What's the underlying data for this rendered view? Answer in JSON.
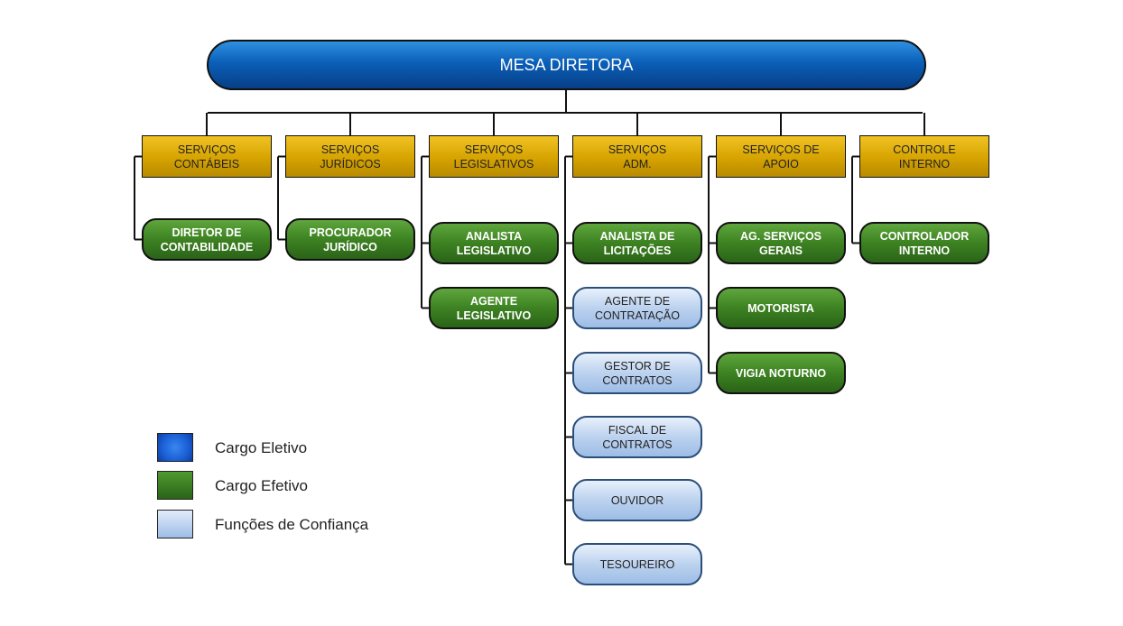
{
  "top": "MESA DIRETORA",
  "departments": [
    {
      "label": "SERVIÇOS\nCONTÁBEIS",
      "children": [
        {
          "label": "DIRETOR DE\nCONTABILIDADE",
          "kind": "efetivo"
        }
      ]
    },
    {
      "label": "SERVIÇOS\nJURÍDICOS",
      "children": [
        {
          "label": "PROCURADOR\nJURÍDICO",
          "kind": "efetivo"
        }
      ]
    },
    {
      "label": "SERVIÇOS\nLEGISLATIVOS",
      "children": [
        {
          "label": "ANALISTA\nLEGISLATIVO",
          "kind": "efetivo"
        },
        {
          "label": "AGENTE\nLEGISLATIVO",
          "kind": "efetivo"
        }
      ]
    },
    {
      "label": "SERVIÇOS\nADM.",
      "children": [
        {
          "label": "ANALISTA DE\nLICITAÇÕES",
          "kind": "efetivo"
        },
        {
          "label": "AGENTE DE\nCONTRATAÇÃO",
          "kind": "confianca"
        },
        {
          "label": "GESTOR DE\nCONTRATOS",
          "kind": "confianca"
        },
        {
          "label": "FISCAL DE\nCONTRATOS",
          "kind": "confianca"
        },
        {
          "label": "OUVIDOR",
          "kind": "confianca"
        },
        {
          "label": "TESOUREIRO",
          "kind": "confianca"
        }
      ]
    },
    {
      "label": "SERVIÇOS DE\nAPOIO",
      "children": [
        {
          "label": "AG. SERVIÇOS\nGERAIS",
          "kind": "efetivo"
        },
        {
          "label": "MOTORISTA",
          "kind": "efetivo"
        },
        {
          "label": "VIGIA NOTURNO",
          "kind": "efetivo"
        }
      ]
    },
    {
      "label": "CONTROLE\nINTERNO",
      "children": [
        {
          "label": "CONTROLADOR\nINTERNO",
          "kind": "efetivo"
        }
      ]
    }
  ],
  "legend": [
    {
      "label": "Cargo Eletivo",
      "color": "#1a5fd6"
    },
    {
      "label": "Cargo Efetivo",
      "color": "#3a7d22"
    },
    {
      "label": "Funções de Confiança",
      "color": "#b4cdf0"
    }
  ]
}
